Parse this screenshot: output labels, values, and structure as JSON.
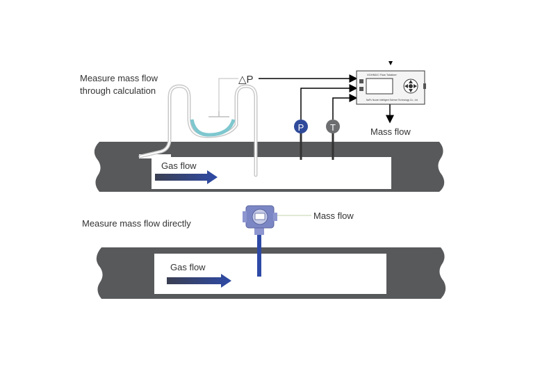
{
  "top_section": {
    "caption_line1": "Measure mass flow",
    "caption_line2": "through calculation",
    "dp_label": "△P",
    "p_label": "P",
    "t_label": "T",
    "gas_flow_label": "Gas flow",
    "output_label": "Mass flow",
    "display_title": "XGHNDC Flow Totalizer",
    "display_footer": "NaPu Nuoen Intelligent Science Technology Co., Ltd"
  },
  "bottom_section": {
    "caption": "Measure mass flow directly",
    "meter_label": "Mass flow",
    "gas_flow_label": "Gas flow"
  },
  "colors": {
    "pipe": "#58595b",
    "pipe_interior": "#ffffff",
    "arrow_blue": "#2e4aa6",
    "p_sensor": "#2f4a9a",
    "t_sensor": "#6d6e70",
    "manometer_fluid": "#7fc7cf",
    "meter_body": "#7b86c4"
  }
}
